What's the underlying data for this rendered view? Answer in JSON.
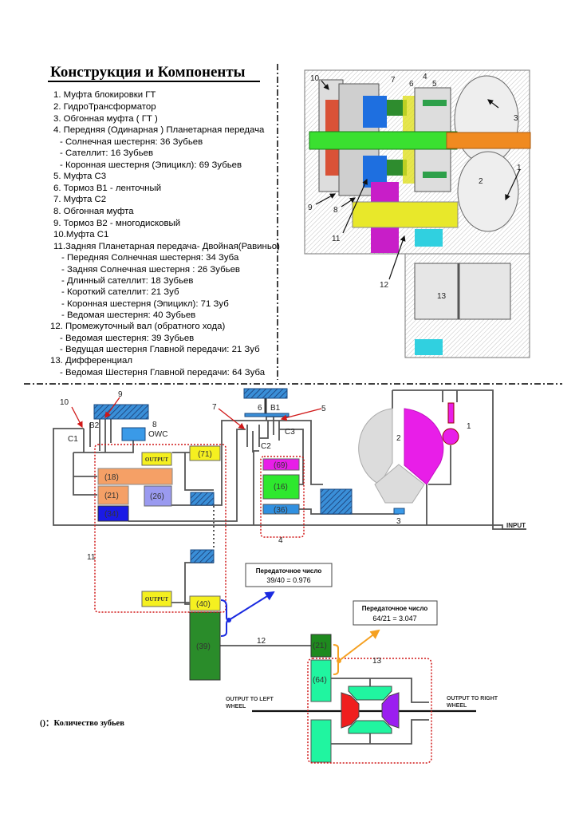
{
  "title": "Конструкция и Компоненты",
  "components": [
    "1. Муфта блокировки ГТ",
    "2. ГидроТрансформатор",
    "3. Обгонная муфта ( ГТ )",
    "4. Передняя (Одинарная ) Планетарная передача",
    "- Солнечная шестерня: 36  Зубьев",
    "- Сателлит: 16  Зубьев",
    "- Коронная шестерня (Эпицикл): 69  Зубьев",
    "5. Муфта С3",
    "6. Тормоз В1 - ленточный",
    "7. Муфта С2",
    "8. Обгонная муфта",
    "9. Тормоз В2 - многодисковый",
    "10.Муфта С1",
    "11.Задняя Планетарная передача- Двойная(Равиньо)",
    "- Передняя Солнечная шестерня: 34 Зуба",
    "- Задняя Солнечная шестерня : 26  Зубьев",
    "- Длинный сателлит: 18  Зубьев",
    "- Короткий сателлит: 21  Зуб",
    "- Коронная шестерня (Эпицикл): 71 Зуб",
    "- Ведомая шестерня: 40  Зубьев",
    "12. Промежуточный вал (обратного хода)",
    "- Ведомая шестерня: 39  Зубьев",
    "- Ведущая шестерня Главной передачи: 21  Зуб",
    "13. Дифференциал",
    "- Ведомая Шестерня Главной передачи: 64  Зуба"
  ],
  "cutaway": {
    "labels": [
      "10",
      "7",
      "6",
      "4",
      "5",
      "3",
      "2",
      "1",
      "9",
      "8",
      "11",
      "12",
      "13"
    ]
  },
  "schematic": {
    "callouts": {
      "n1": "1",
      "n2": "2",
      "n3": "3",
      "n4": "4",
      "n5": "5",
      "n6": "6",
      "n7": "7",
      "n8": "8",
      "n9": "9",
      "n10": "10",
      "n11": "11",
      "n12": "12",
      "n13": "13"
    },
    "elements": {
      "c1": "C1",
      "b2": "B2",
      "owc": "OWC",
      "b1": "B1",
      "c2": "C2",
      "c3": "C3",
      "input": "INPUT",
      "output": "OUTPUT"
    },
    "gears": {
      "g71": "(71)",
      "g18": "(18)",
      "g21": "(21)",
      "g26": "(26)",
      "g34": "(34)",
      "g69": "(69)",
      "g16": "(16)",
      "g36": "(36)",
      "g40": "(40)",
      "g39": "(39)",
      "g21b": "(21)",
      "g64": "(64)"
    },
    "ratio1": {
      "title": "Передаточное число",
      "value": "39/40 = 0.976"
    },
    "ratio2": {
      "title": "Передаточное число",
      "value": "64/21 = 3.047"
    },
    "left_wheel": [
      "OUTPUT TO LEFT",
      "WHEEL"
    ],
    "right_wheel": [
      "OUTPUT TO RIGHT",
      "WHEEL"
    ],
    "legend": "()：Количество зубьев"
  },
  "colors": {
    "orange": "#f5a066",
    "blue_dark": "#1a1ae6",
    "lavender": "#9a9af0",
    "yellow": "#f5f020",
    "magenta": "#e81ee8",
    "green": "#2ee82e",
    "blue_light": "#3090e0",
    "dark_green": "#2a8c2a",
    "teal": "#20f5a0",
    "red": "#f01e1e",
    "purple": "#9b1ef0",
    "grey": "#dcdcdc"
  }
}
